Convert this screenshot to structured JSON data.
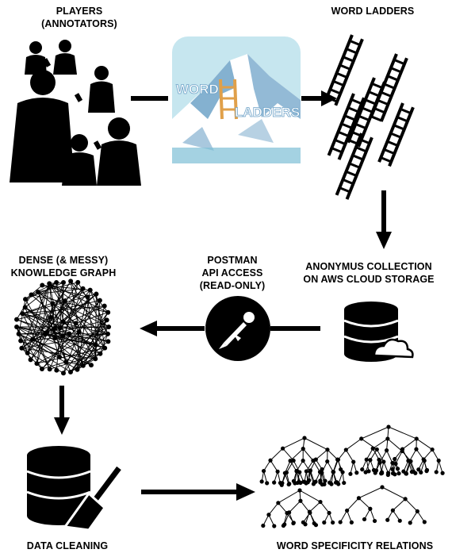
{
  "labels": {
    "players": [
      "PLAYERS",
      "(ANNOTATORS)"
    ],
    "word_ladders": "WORD LADDERS",
    "anon_collection": [
      "ANONYMUS COLLECTION",
      "ON AWS CLOUD STORAGE"
    ],
    "postman": [
      "POSTMAN",
      "API ACCESS",
      "(READ-ONLY)"
    ],
    "knowledge_graph": [
      "DENSE (& MESSY)",
      "KNOWLEDGE GRAPH"
    ],
    "data_cleaning": "DATA CLEANING",
    "specificity": "WORD SPECIFICITY RELATIONS"
  },
  "app_logo": {
    "word": "WORD",
    "ladders": "LADDERS"
  },
  "icons": [
    "people-with-phones-icon",
    "word-ladders-app-icon",
    "ladders-icon",
    "database-cloud-icon",
    "postman-icon",
    "network-graph-icon",
    "database-broom-icon",
    "trees-icon"
  ],
  "colors": {
    "ink": "#000000",
    "sky": "#c6e6ef",
    "ladder": "#e0a04a",
    "mountain": "#6fa3c8"
  }
}
